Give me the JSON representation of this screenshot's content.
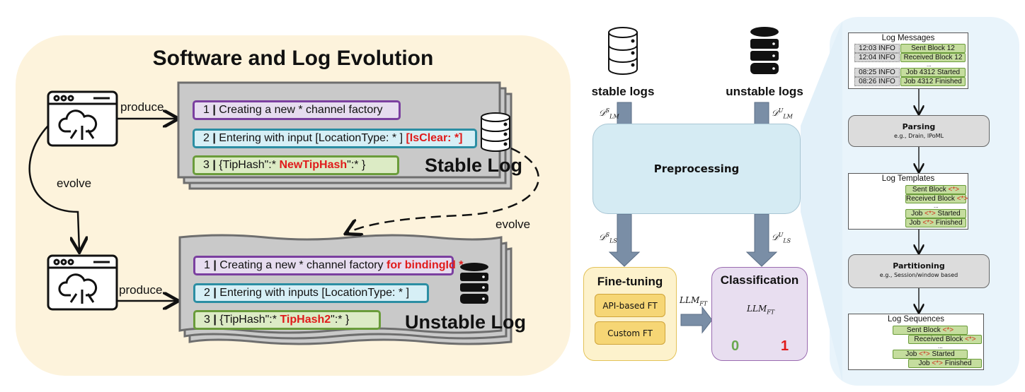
{
  "left": {
    "title": "Software and Log Evolution",
    "produce_top": "produce",
    "produce_bottom": "produce",
    "evolve_left": "evolve",
    "evolve_right": "evolve",
    "stable": {
      "label": "Stable Log",
      "rows": [
        {
          "num": "1",
          "text": "Creating a new * channel factory",
          "hl": "",
          "tail": ""
        },
        {
          "num": "2",
          "text": "Entering with input [LocationType: * ]",
          "hl": "[IsClear: *]",
          "tail": ""
        },
        {
          "num": "3",
          "text": "{TipHash\":*",
          "hl": "NewTipHash",
          "tail": "\":* }"
        }
      ]
    },
    "unstable": {
      "label": "Unstable Log",
      "rows": [
        {
          "num": "1",
          "text": "Creating a new * channel factory",
          "hl": "for bindingId *",
          "tail": ""
        },
        {
          "num": "2",
          "text": "Entering with inputs [LocationType: * ]",
          "hl": "",
          "tail": ""
        },
        {
          "num": "3",
          "text": "{TipHash\":*",
          "hl": "TipHash2",
          "tail": "\":* }"
        }
      ]
    }
  },
  "middle": {
    "stable_logs": "stable logs",
    "unstable_logs": "unstable logs",
    "d_lm_s": {
      "base": "𝒟",
      "sup": "S",
      "sub": "LM"
    },
    "d_lm_u": {
      "base": "𝒟",
      "sup": "U",
      "sub": "LM"
    },
    "d_ls_s": {
      "base": "𝒟",
      "sup": "S",
      "sub": "LS"
    },
    "d_ls_u": {
      "base": "𝒟",
      "sup": "U",
      "sub": "LS"
    },
    "preprocessing": "Preprocessing",
    "fine_tuning": {
      "title": "Fine-tuning",
      "options": [
        "API-based FT",
        "Custom FT"
      ]
    },
    "llm_ft_arrow": {
      "base": "LLM",
      "sub": "FT"
    },
    "classification": {
      "title": "Classification",
      "model": {
        "base": "LLM",
        "sub": "FT"
      },
      "out0": "0",
      "out1": "1"
    }
  },
  "right": {
    "log_messages": {
      "title": "Log Messages",
      "rows": [
        {
          "ts": "12:03 INFO",
          "msg": "Sent Block 12"
        },
        {
          "ts": "12:04 INFO",
          "msg": "Received Block 12"
        },
        {
          "ts": "08:25 INFO",
          "msg": "Job 4312 Started"
        },
        {
          "ts": "08:26 INFO",
          "msg": "Job 4312 Finished"
        }
      ],
      "ellipsis": "..."
    },
    "parsing": {
      "title": "Parsing",
      "sub": "e.g., Drain, IPoML"
    },
    "log_templates": {
      "title": "Log Templates",
      "rows": [
        {
          "a": "Sent Block ",
          "v": "<*>",
          "b": ""
        },
        {
          "a": "Received Block ",
          "v": "<*>",
          "b": ""
        },
        {
          "a": "Job ",
          "v": "<*>",
          "b": " Started"
        },
        {
          "a": "Job ",
          "v": "<*>",
          "b": " Finished"
        }
      ],
      "ellipsis": "..."
    },
    "partitioning": {
      "title": "Partitioning",
      "sub": "e.g., Session/window based"
    },
    "log_sequences": {
      "title": "Log Sequences",
      "rows": [
        {
          "a": "Sent Block ",
          "v": "<*>",
          "b": ""
        },
        {
          "a": "Received Block ",
          "v": "<*>",
          "b": ""
        },
        {
          "a": "Job ",
          "v": "<*>",
          "b": " Started"
        },
        {
          "a": "Job ",
          "v": "<*>",
          "b": " Finished"
        }
      ],
      "ellipsis": "..."
    }
  },
  "colors": {
    "highlight": "#e01b1b",
    "zero": "#6aa84f",
    "one": "#e01b1b",
    "arrow": "#7a8ea6"
  }
}
